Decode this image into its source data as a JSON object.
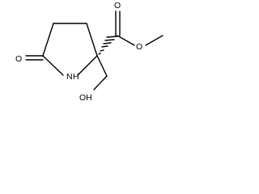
{
  "molecule": {
    "atoms": {
      "ring_o": "O",
      "ring_n": "N",
      "ring_h": "H",
      "ester_o": "O",
      "methoxy_o": "O",
      "hydroxyl": "OH"
    }
  }
}
